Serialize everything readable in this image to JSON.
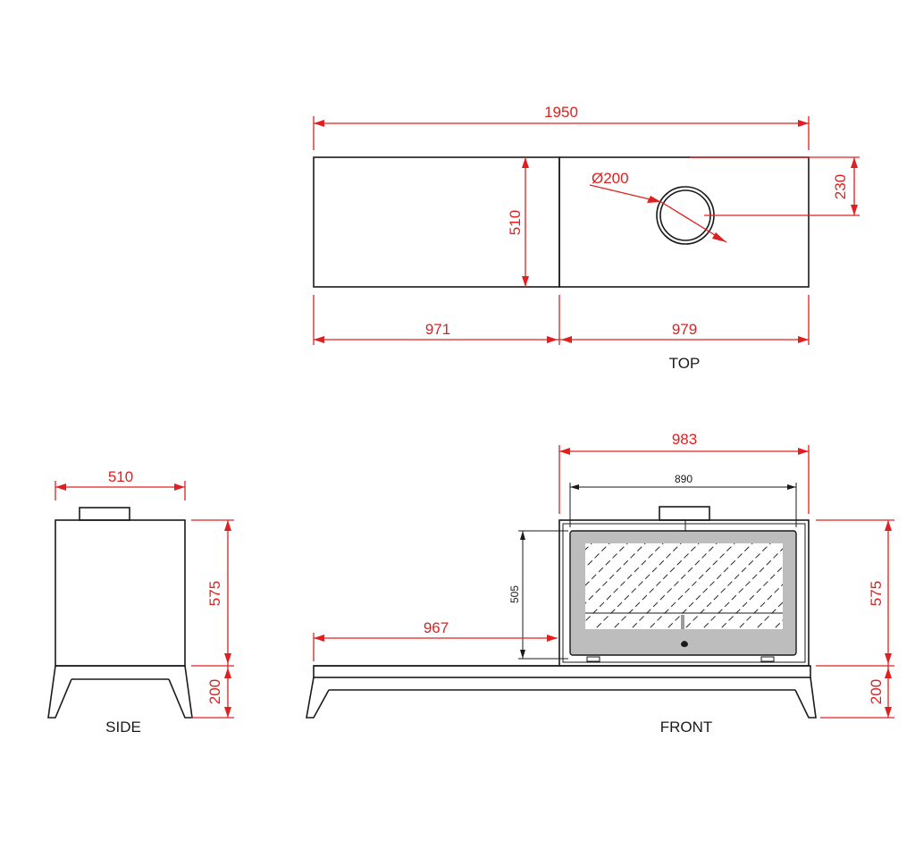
{
  "views": {
    "top": {
      "label": "TOP",
      "overall_width": "1950",
      "depth": "510",
      "left_width": "971",
      "right_width": "979",
      "flue_diameter": "Ø200",
      "flue_offset": "230"
    },
    "side": {
      "label": "SIDE",
      "width": "510",
      "body_height": "575",
      "leg_height": "200"
    },
    "front": {
      "label": "FRONT",
      "stove_width": "983",
      "door_width": "890",
      "door_height": "505",
      "bench_width": "967",
      "body_height": "575",
      "leg_height": "200"
    }
  },
  "colors": {
    "dimension": "#e02020",
    "outline": "#1a1a1a",
    "glass_frame": "#bdbdbd"
  }
}
